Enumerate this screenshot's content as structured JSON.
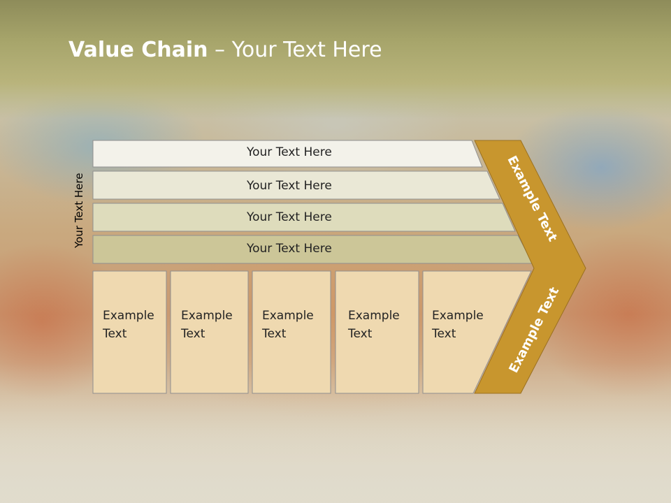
{
  "title": {
    "bold": "Value Chain",
    "rest": " – Your Text Here"
  },
  "side_label": "Your Text Here",
  "bars": [
    {
      "label": "Your Text Here"
    },
    {
      "label": "Your Text Here"
    },
    {
      "label": "Your Text Here"
    },
    {
      "label": "Your Text Here"
    }
  ],
  "boxes": [
    {
      "label": "Example Text"
    },
    {
      "label": "Example Text"
    },
    {
      "label": "Example Text"
    },
    {
      "label": "Example Text"
    },
    {
      "label": "Example Text"
    }
  ],
  "chevron": {
    "upper_label": "Example Text",
    "lower_label": "Example Text"
  },
  "colors": {
    "bar_fills": [
      "#f3f2ea",
      "#eae8d6",
      "#dedcbc",
      "#ccc698"
    ],
    "box_fill": "#efd9b0",
    "chevron_fill": "#c8962e",
    "outline": "#8f8f8f"
  }
}
